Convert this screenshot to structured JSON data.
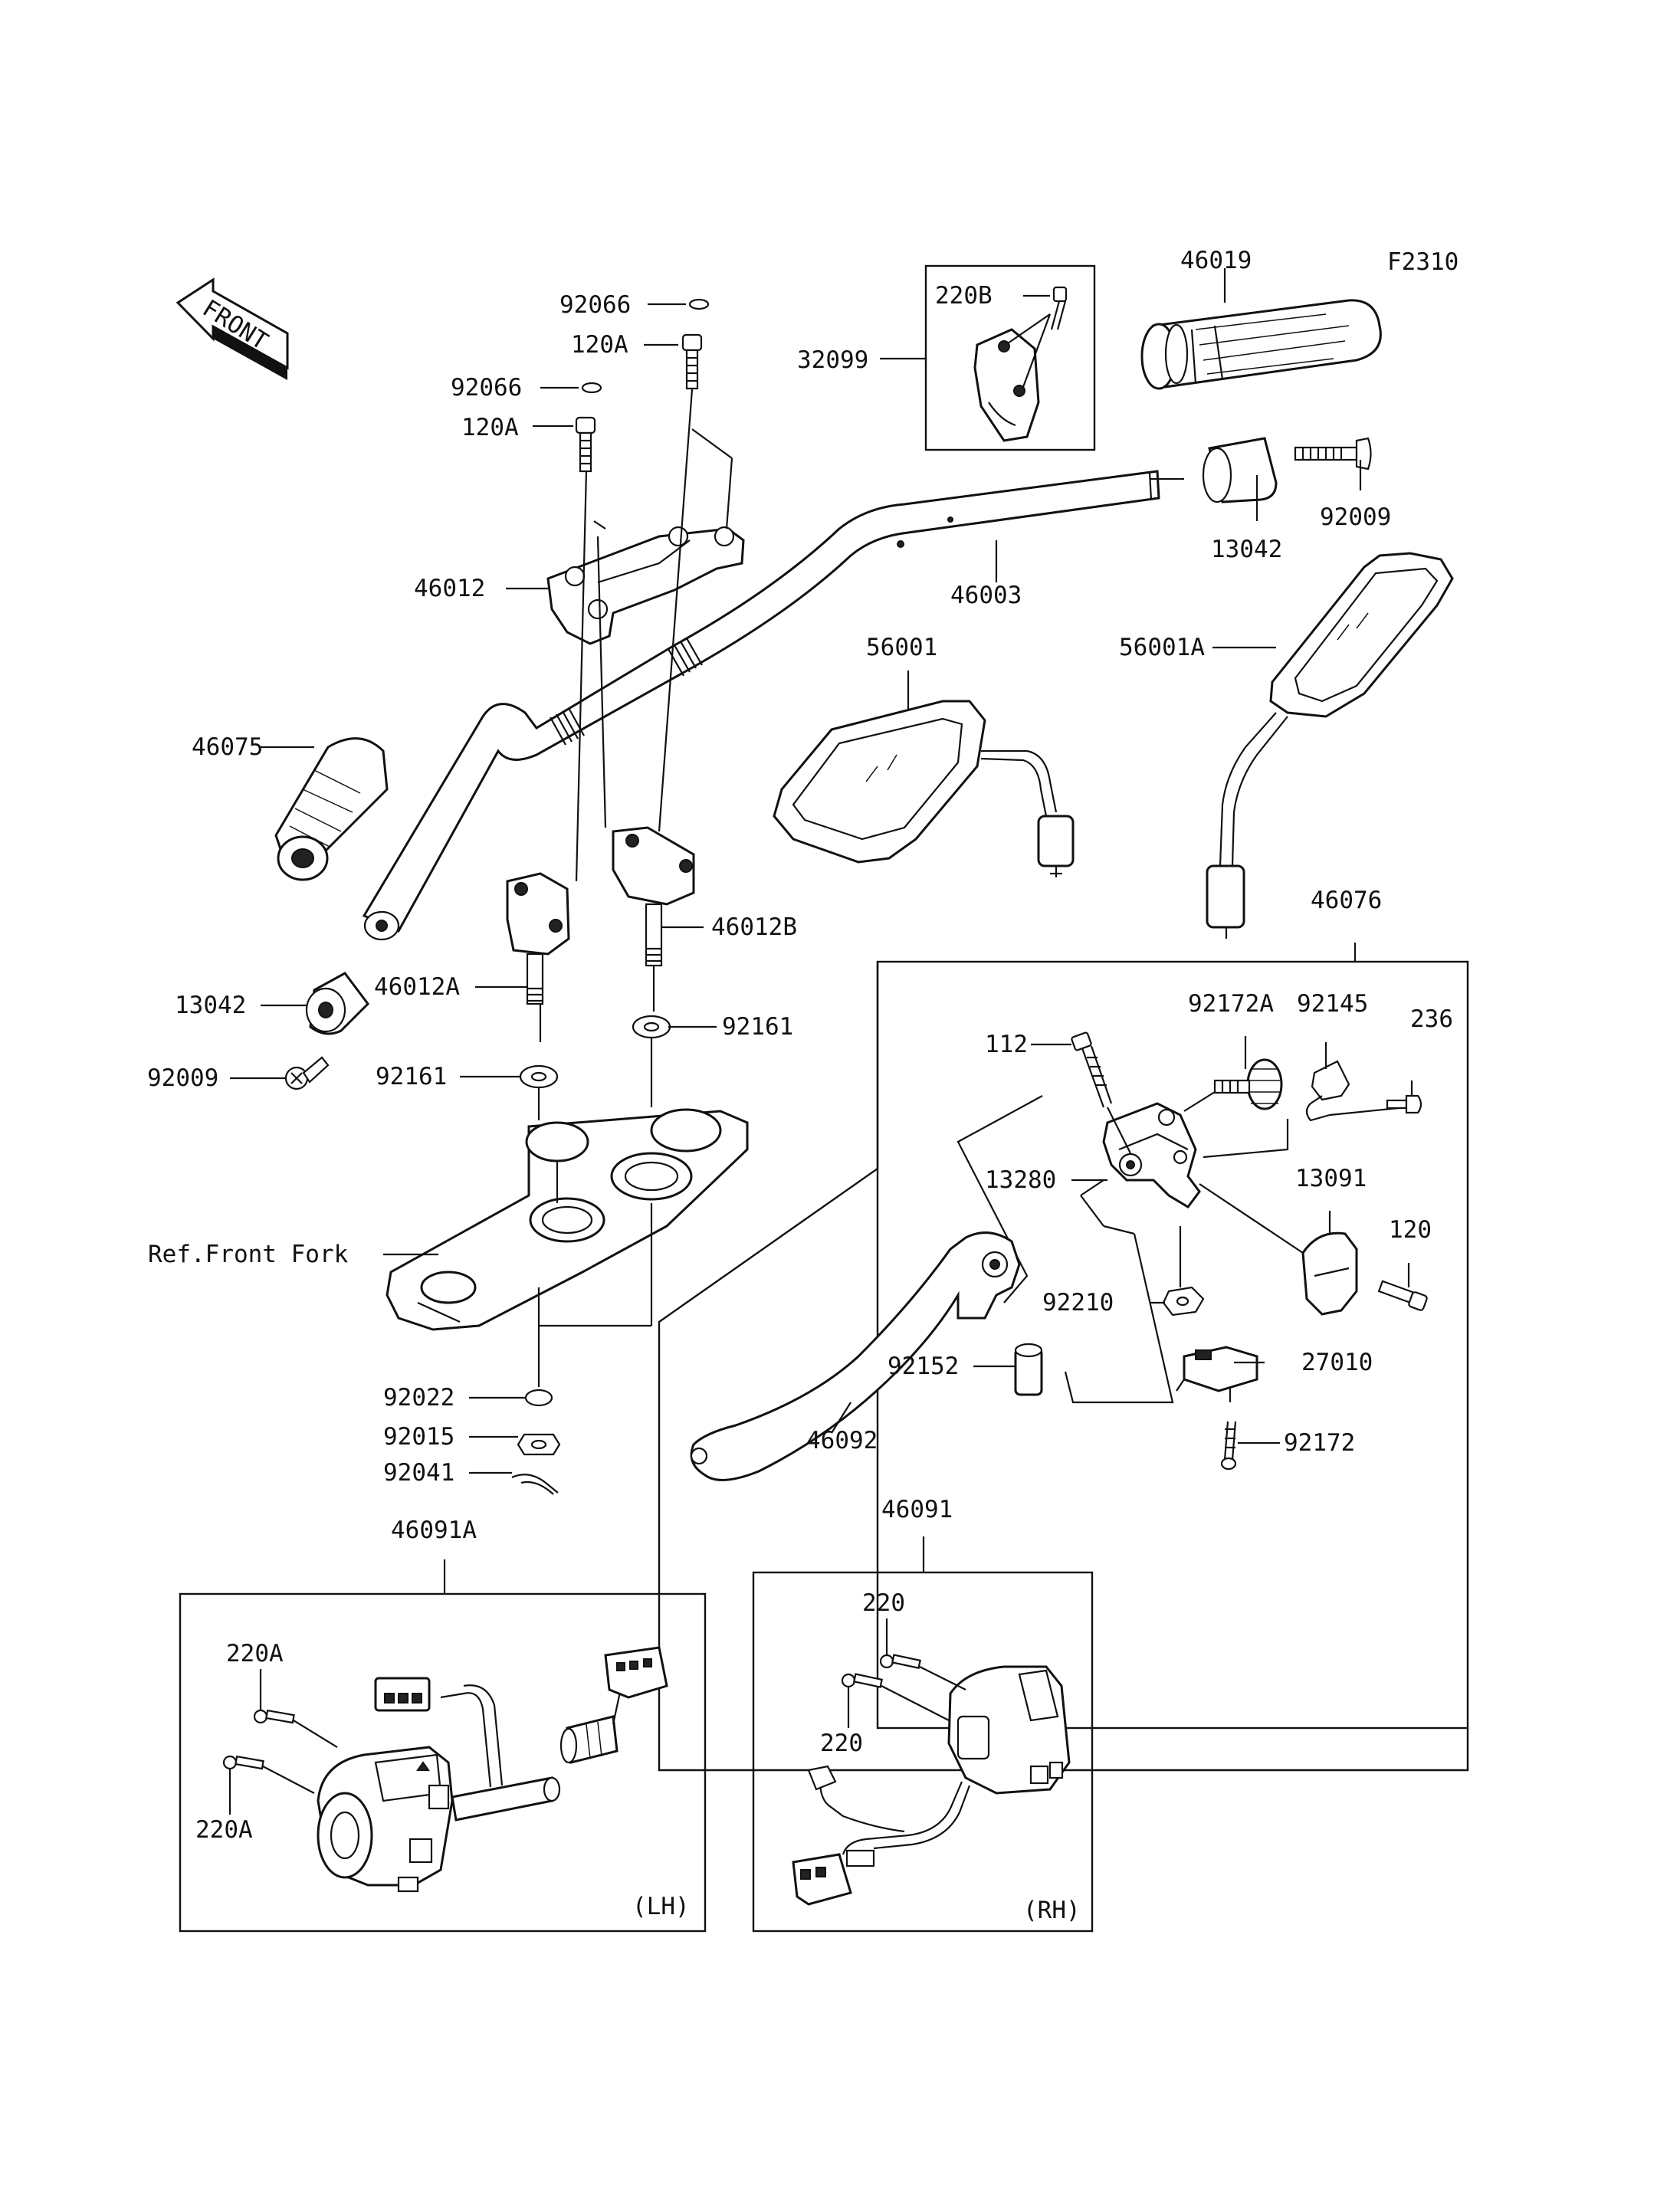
{
  "drawing_code": "F2310",
  "front_label": "FRONT",
  "ref_label": "Ref.Front Fork",
  "side_labels": {
    "lh": "(LH)",
    "rh": "(RH)"
  },
  "parts": {
    "p92066a": "92066",
    "p120Aa": "120A",
    "p92066b": "92066",
    "p120Ab": "120A",
    "p46012": "46012",
    "p32099": "32099",
    "p220B": "220B",
    "p46019": "46019",
    "p13042a": "13042",
    "p92009a": "92009",
    "p46003": "46003",
    "p56001": "56001",
    "p56001A": "56001A",
    "p46075": "46075",
    "p46012A": "46012A",
    "p46012B": "46012B",
    "p13042b": "13042",
    "p92009b": "92009",
    "p92161a": "92161",
    "p92161b": "92161",
    "p46076": "46076",
    "p92172A": "92172A",
    "p92145": "92145",
    "p236": "236",
    "p112": "112",
    "p13280": "13280",
    "p13091": "13091",
    "p120": "120",
    "p92210": "92210",
    "p27010": "27010",
    "p92152": "92152",
    "p46092": "46092",
    "p92172": "92172",
    "p92022": "92022",
    "p92015": "92015",
    "p92041": "92041",
    "p46091A": "46091A",
    "p46091": "46091",
    "p220Aa": "220A",
    "p220Ab": "220A",
    "p220a": "220",
    "p220b": "220"
  }
}
